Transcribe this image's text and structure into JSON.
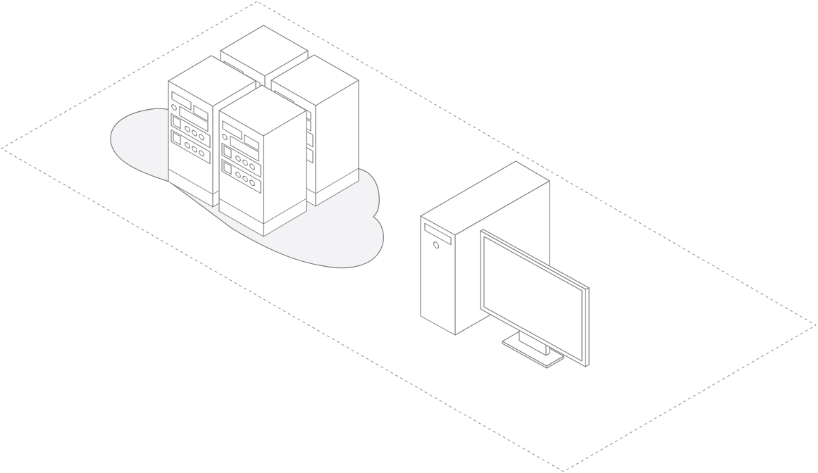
{
  "diagram": {
    "colors": {
      "background": "#ffffff",
      "stroke": "#7a7a7a",
      "zone_dash": "#8a8a8a",
      "cloud_fill": "#f3f3f5",
      "face_fill": "#ffffff"
    },
    "nodes": [
      {
        "id": "server-rack-back",
        "icon": "server-rack-icon"
      },
      {
        "id": "server-rack-right",
        "icon": "server-rack-icon"
      },
      {
        "id": "server-rack-left",
        "icon": "server-rack-icon"
      },
      {
        "id": "server-rack-front",
        "icon": "server-rack-icon"
      },
      {
        "id": "desktop-tower",
        "icon": "desktop-tower-icon"
      },
      {
        "id": "monitor",
        "icon": "monitor-icon"
      }
    ],
    "groups": [
      {
        "id": "cloud",
        "icon": "cloud-icon"
      },
      {
        "id": "network-zone",
        "style": "dashed"
      }
    ]
  }
}
